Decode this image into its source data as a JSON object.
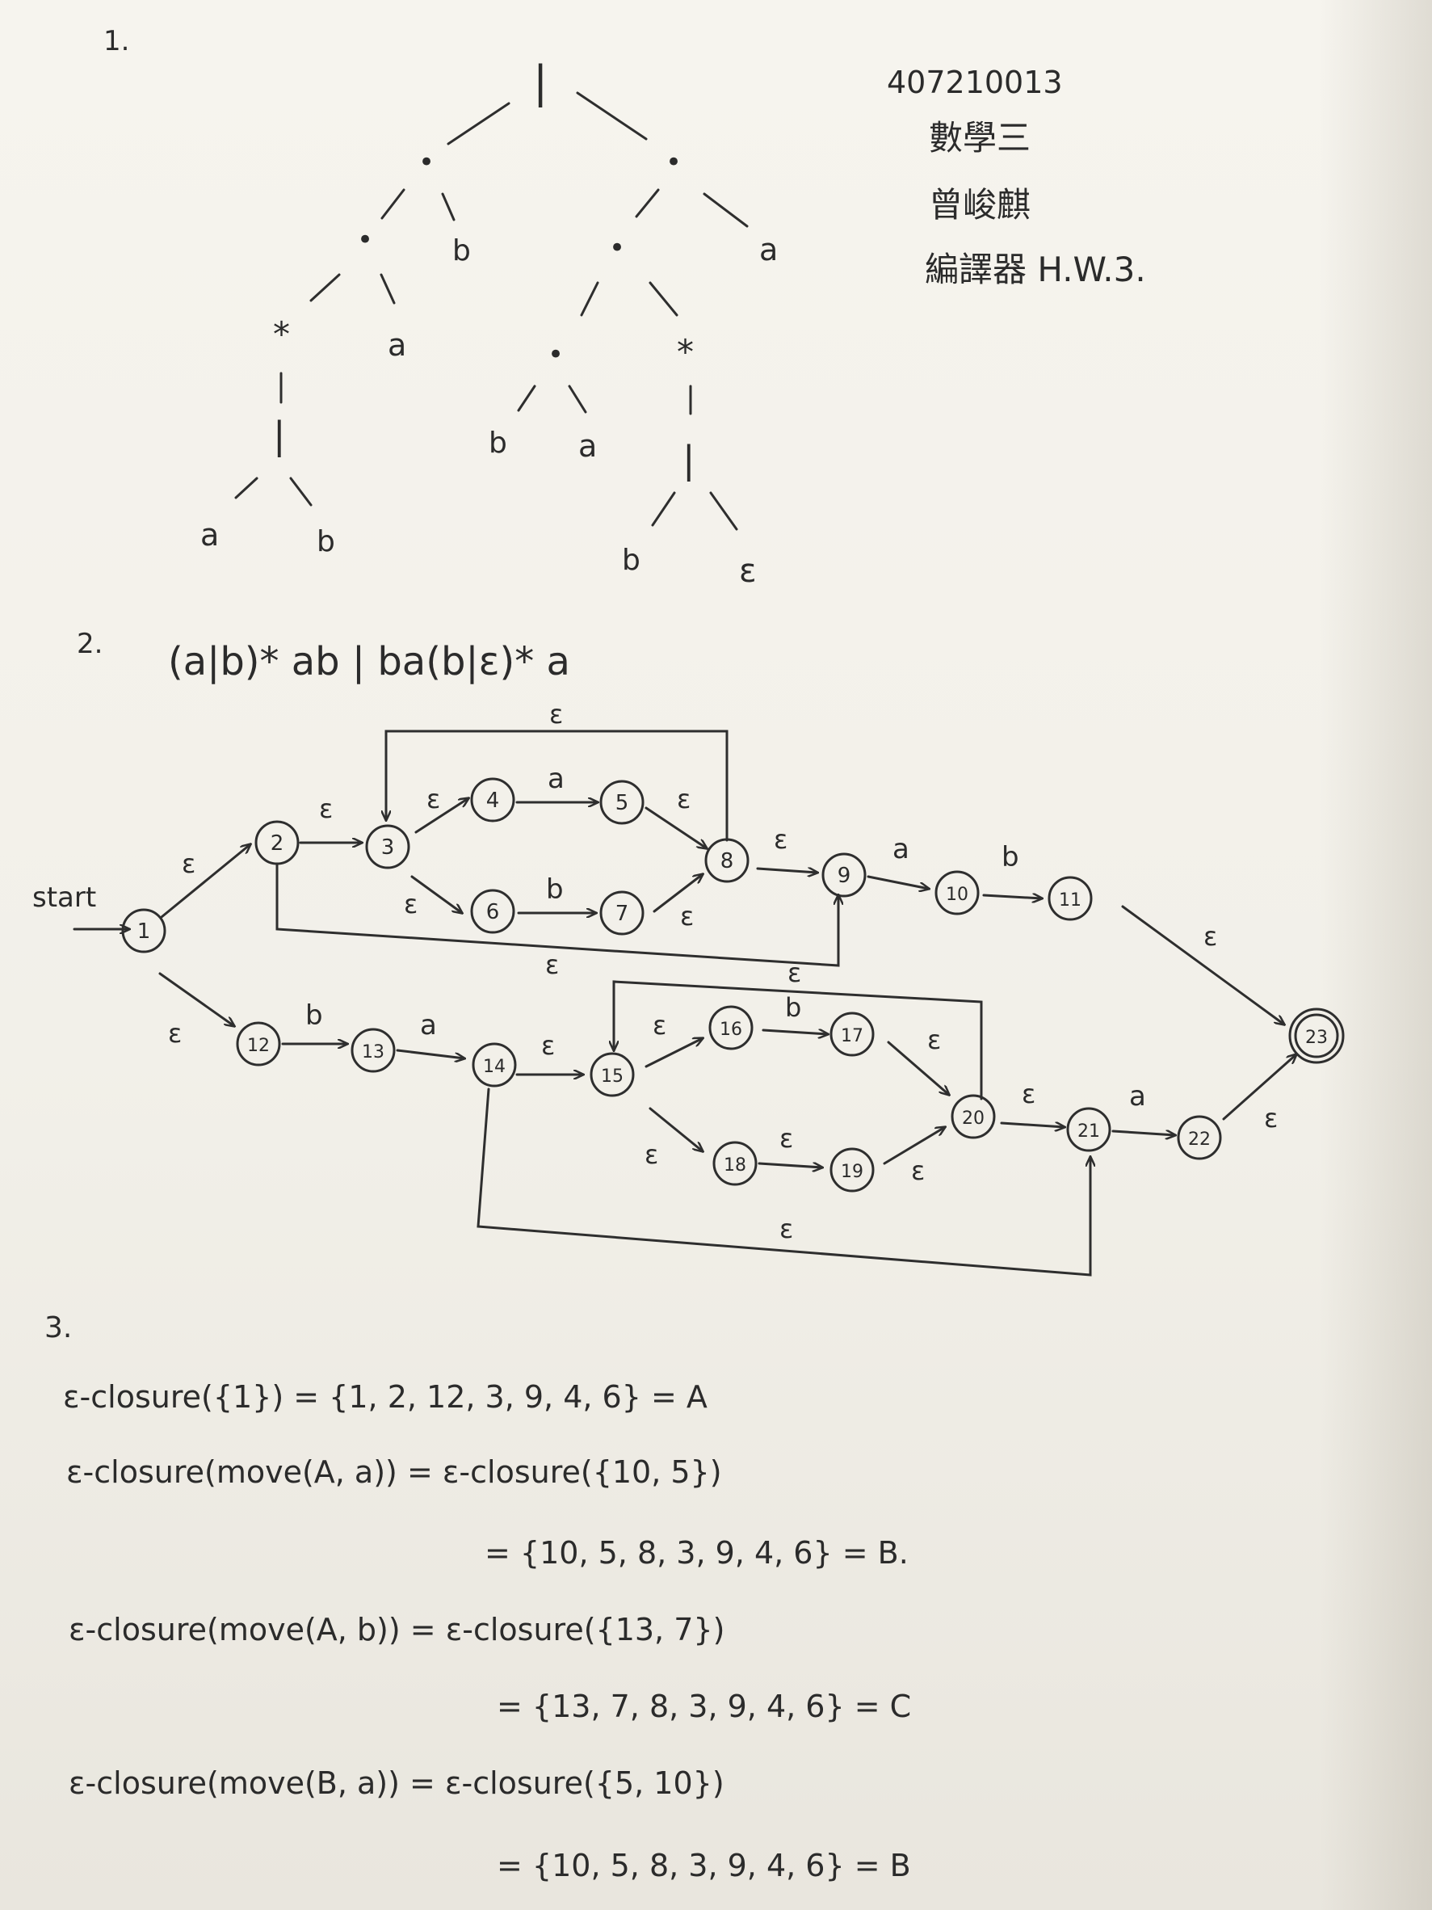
{
  "header": {
    "student_id": "407210013",
    "dept": "數學三",
    "name": "曾峻麒",
    "course": "編譯器 H.W.3."
  },
  "q1": {
    "number": "1.",
    "root": "|",
    "n_dot_left": "•",
    "n_dot_right": "•",
    "n_dot_ll": "•",
    "n_b1": "b",
    "n_dot_rl": "•",
    "n_a1": "a",
    "n_star1": "*",
    "n_a2": "a",
    "n_dot_rll": "•",
    "n_star2": "*",
    "n_bar1": "|",
    "n_bar2": "|",
    "n_b2": "b",
    "n_a3": "a",
    "n_bar3": "|",
    "n_bar4": "|",
    "n_a4": "a",
    "n_b3": "b",
    "n_b4": "b",
    "n_eps": "ε"
  },
  "q2": {
    "number": "2.",
    "regex": "(a|b)* ab | ba(b|ε)* a",
    "start_label": "start",
    "eps": "ε",
    "a": "a",
    "b": "b",
    "states": [
      "1",
      "2",
      "3",
      "4",
      "5",
      "6",
      "7",
      "8",
      "9",
      "10",
      "11",
      "12",
      "13",
      "14",
      "15",
      "16",
      "17",
      "18",
      "19",
      "20",
      "21",
      "22",
      "23"
    ]
  },
  "q3": {
    "number": "3.",
    "lines": [
      "ε-closure({1}) = {1, 2, 12, 3, 9, 4, 6} = A",
      "ε-closure(move(A, a)) = ε-closure({10, 5})",
      "= {10, 5, 8, 3, 9, 4, 6} = B.",
      "ε-closure(move(A, b)) = ε-closure({13, 7})",
      "= {13, 7, 8, 3, 9, 4, 6} = C",
      "ε-closure(move(B, a)) = ε-closure({5, 10})",
      "= {10, 5, 8, 3, 9, 4, 6} = B"
    ]
  }
}
